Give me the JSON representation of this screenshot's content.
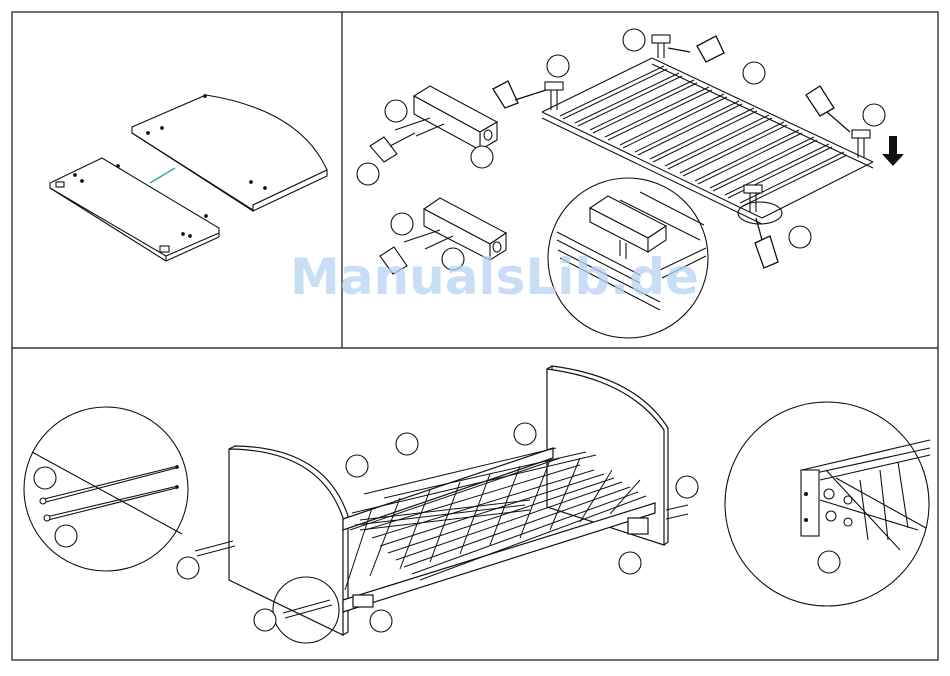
{
  "watermark": "ManualsLib.de",
  "colors": {
    "line": "#111111",
    "panel_fill": "#ffffff",
    "callout": "#111111",
    "accent_dowel": "#2bb0a6",
    "watermark": "#b8d4f2"
  },
  "icons": [
    "screwdriver-icon",
    "arrow-down-icon"
  ],
  "callouts": {
    "step1": 0,
    "step2": 9,
    "step3": 10
  }
}
